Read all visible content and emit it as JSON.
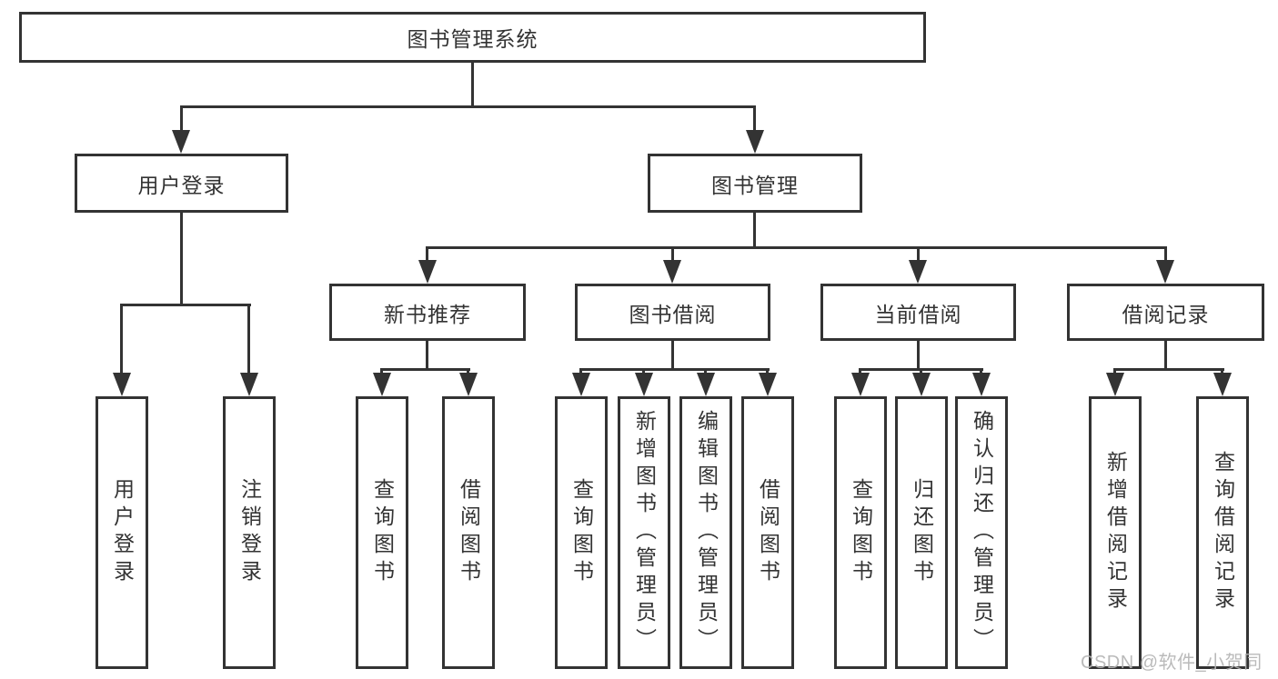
{
  "tree": {
    "label": "图书管理系统",
    "children": [
      {
        "label": "用户登录",
        "children": [
          {
            "label": "用户登录"
          },
          {
            "label": "注销登录"
          }
        ]
      },
      {
        "label": "图书管理",
        "children": [
          {
            "label": "新书推荐",
            "children": [
              {
                "label": "查询图书"
              },
              {
                "label": "借阅图书"
              }
            ]
          },
          {
            "label": "图书借阅",
            "children": [
              {
                "label": "查询图书"
              },
              {
                "label": "新增图书（管理员）"
              },
              {
                "label": "编辑图书（管理员）"
              },
              {
                "label": "借阅图书"
              }
            ]
          },
          {
            "label": "当前借阅",
            "children": [
              {
                "label": "查询图书"
              },
              {
                "label": "归还图书"
              },
              {
                "label": "确认归还（管理员）"
              }
            ]
          },
          {
            "label": "借阅记录",
            "children": [
              {
                "label": "新增借阅记录"
              },
              {
                "label": "查询借阅记录"
              }
            ]
          }
        ]
      }
    ]
  },
  "watermark": {
    "text": "CSDN @软件_小贺同学"
  },
  "colors": {
    "line": "#333333",
    "box_border": "#333333",
    "text": "#333333",
    "background": "#ffffff",
    "watermark": "#b5b5b5"
  }
}
